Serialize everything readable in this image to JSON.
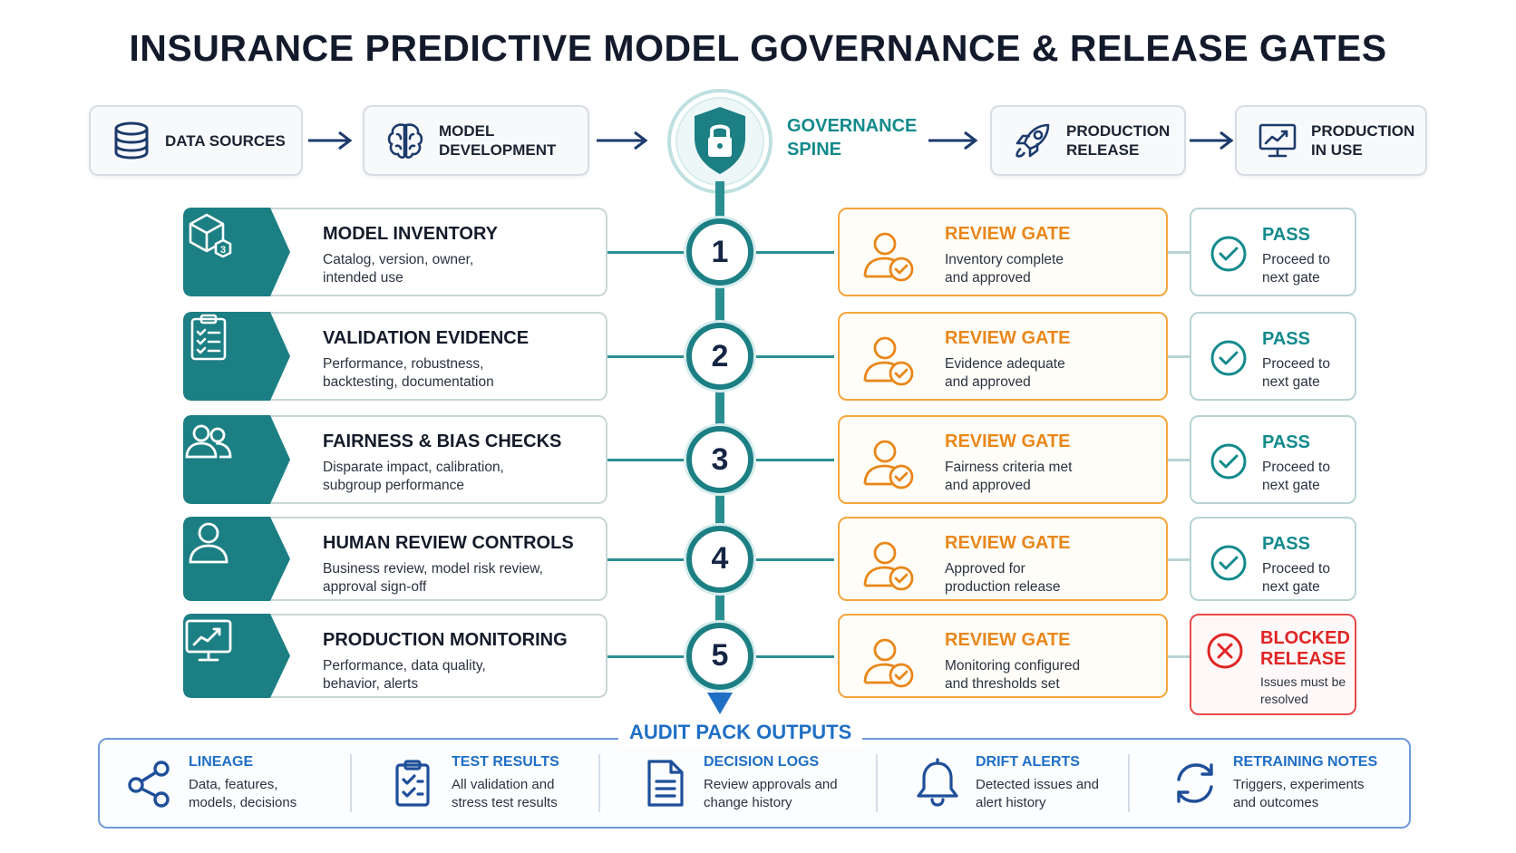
{
  "title": "INSURANCE PREDICTIVE MODEL GOVERNANCE & RELEASE GATES",
  "colors": {
    "teal": "#1c7f84",
    "orange": "#e8871a",
    "blue": "#1f6fc5",
    "red": "#e02525",
    "navy": "#1c3a6b"
  },
  "flow": {
    "data_sources": "DATA SOURCES",
    "model_development": "MODEL\nDEVELOPMENT",
    "governance_spine": "GOVERNANCE\nSPINE",
    "production_release": "PRODUCTION\nRELEASE",
    "production_in_use": "PRODUCTION\nIN USE"
  },
  "stages": [
    {
      "number": "1",
      "title": "MODEL INVENTORY",
      "desc": "Catalog, version, owner,\nintended use",
      "icon": "cube-icon",
      "gate_title": "REVIEW GATE",
      "gate_desc": "Inventory complete\nand approved",
      "outcome_title": "PASS",
      "outcome_desc": "Proceed to\nnext gate"
    },
    {
      "number": "2",
      "title": "VALIDATION EVIDENCE",
      "desc": "Performance, robustness,\nbacktesting, documentation",
      "icon": "checklist-icon",
      "gate_title": "REVIEW GATE",
      "gate_desc": "Evidence adequate\nand approved",
      "outcome_title": "PASS",
      "outcome_desc": "Proceed to\nnext gate"
    },
    {
      "number": "3",
      "title": "FAIRNESS & BIAS CHECKS",
      "desc": "Disparate impact, calibration,\nsubgroup performance",
      "icon": "users-icon",
      "gate_title": "REVIEW GATE",
      "gate_desc": "Fairness criteria met\nand approved",
      "outcome_title": "PASS",
      "outcome_desc": "Proceed to\nnext gate"
    },
    {
      "number": "4",
      "title": "HUMAN REVIEW CONTROLS",
      "desc": "Business review, model risk review,\napproval sign-off",
      "icon": "user-icon",
      "gate_title": "REVIEW GATE",
      "gate_desc": "Approved for\nproduction release",
      "outcome_title": "PASS",
      "outcome_desc": "Proceed to\nnext gate"
    },
    {
      "number": "5",
      "title": "PRODUCTION MONITORING",
      "desc": "Performance, data quality,\nbehavior, alerts",
      "icon": "monitor-chart-icon",
      "gate_title": "REVIEW GATE",
      "gate_desc": "Monitoring configured\nand thresholds set",
      "outcome_title": "BLOCKED\nRELEASE",
      "outcome_desc": "Issues must be\nresolved"
    }
  ],
  "audit": {
    "title": "AUDIT PACK OUTPUTS",
    "items": [
      {
        "title": "LINEAGE",
        "desc": "Data, features,\nmodels, decisions",
        "icon": "share-nodes-icon"
      },
      {
        "title": "TEST RESULTS",
        "desc": "All validation and\nstress test results",
        "icon": "clipboard-check-icon"
      },
      {
        "title": "DECISION LOGS",
        "desc": "Review approvals and\nchange history",
        "icon": "document-icon"
      },
      {
        "title": "DRIFT ALERTS",
        "desc": "Detected issues and\nalert history",
        "icon": "bell-icon"
      },
      {
        "title": "RETRAINING NOTES",
        "desc": "Triggers, experiments\nand outcomes",
        "icon": "refresh-icon"
      }
    ]
  }
}
